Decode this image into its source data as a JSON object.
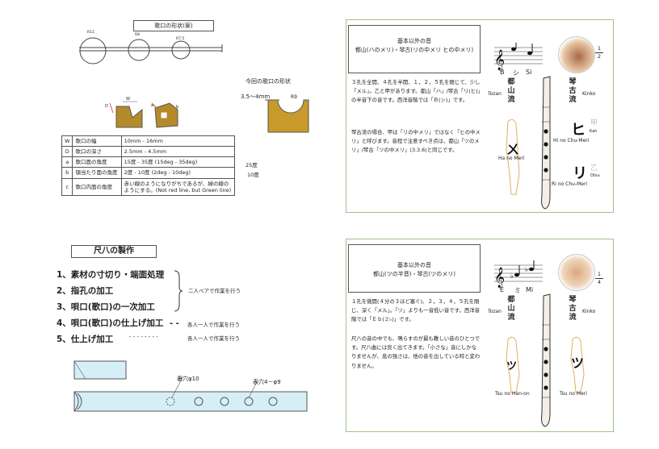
{
  "q1": {
    "title": "歌口の形状(案)",
    "circle_labels": [
      "R11",
      "R8",
      "R7.5"
    ],
    "current_title": "今回の歌口の形状",
    "current_width": "3.5～4mm",
    "current_radius": "R9",
    "diagram_labels": [
      "W",
      "D",
      "a",
      "b",
      "c"
    ],
    "table": [
      {
        "key": "W",
        "name": "歌口の幅",
        "value": "10mm - 16mm",
        "extra": ""
      },
      {
        "key": "D",
        "name": "歌口の深さ",
        "value": "2.5mm - 4.5mm",
        "extra": ""
      },
      {
        "key": "a",
        "name": "歌口面の角度",
        "value": "15度 - 35度 (15deg - 35deg)",
        "extra": "25度"
      },
      {
        "key": "b",
        "name": "顎当たり面の角度",
        "value": "2度 - 10度 (2deg - 10deg)",
        "extra": "10度"
      },
      {
        "key": "c",
        "name": "歌口内面の角度",
        "value": "赤い線のようになりがちであるが、緑の線のようにする。(Not red line, but Green line)",
        "extra": ""
      }
    ]
  },
  "q2": {
    "panel_title": "基本以外の音",
    "panel_subtitle": "都山(ハのメリ)・琴古(リの中メリ ヒの中メリ)",
    "notes": [
      "B",
      "シ",
      "Si"
    ],
    "fraction": [
      "1",
      "2"
    ],
    "text1": "３孔を全開、４孔を半開、１，２，５孔を閉じて、少し「メル」。乙と甲があります。都山「ハ」/琴古「リ(ヒ)」の半音下の音です。西洋音階では「Ｂ(シ)」です。",
    "text2": "琴古流の場合、甲は「リの中メリ」ではなく「ヒの中メリ」と呼びます。音程で注意すべき点は、都山「ツのメリ」/琴古「ツの中メリ」(3.3.6)と同じです。",
    "tozan_label": "Tozan",
    "tozan_chars": [
      "都",
      "山",
      "流"
    ],
    "kinko_label": "Kinko",
    "kinko_chars": [
      "琴",
      "古",
      "流"
    ],
    "tozan_glyph": "ㄨ",
    "tozan_name": "Ha no Meri",
    "kinko_glyph1": "ヒ",
    "kinko_name1": "Hi no Chu-Meri",
    "kinko_glyph2": "リ",
    "kinko_name2": "Ri no Chu-Meri",
    "kan_label": "Kan",
    "otsu_label": "Otsu",
    "kan_glyph": "甲",
    "otsu_glyph": "乙"
  },
  "q3": {
    "title": "尺八の製作",
    "steps": [
      "1、素材の寸切り・端面処理",
      "2、指孔の加工",
      "3、唄口(歌口)の一次加工",
      "4、唄口(歌口)の仕上げ加工",
      "5、仕上げ加工"
    ],
    "dash4": "- -",
    "dash5": "- - - - - - - -",
    "note_pair": "二人ペアで作業を行う",
    "note_single1": "各人一人で作業を行う",
    "note_single2": "各人一人で作業を行う",
    "back_hole": "裏穴φ10",
    "front_hole": "表穴4－φ9"
  },
  "q4": {
    "panel_title": "基本以外の音",
    "panel_subtitle": "都山(ツの半音)・琴古(ツのメリ)",
    "notes": [
      "E",
      "ミ",
      "Mi"
    ],
    "fraction": [
      "1",
      "4"
    ],
    "text1": "１孔を微開(４分の３ほど塞ぐ)、２，３，４，５孔を閉じ、深く「メル」。「ツ」よりも一音低い音です。西洋音階では「Ｅｂ(ミ♭)」です。",
    "text2": "尺八の音の中でも、鳴らすのが最も難しい音のひとつです。尺八曲には良く出てきます。「小さな」音にしかなりませんが、息の強さは、他の音を出している時と変わりません。",
    "tozan_label": "Tozan",
    "tozan_chars": [
      "都",
      "山",
      "流"
    ],
    "kinko_label": "Kinko",
    "kinko_chars": [
      "琴",
      "古",
      "流"
    ],
    "tozan_glyph": "ツ",
    "tozan_name": "Tsu no Han-on",
    "kinko_glyph": "ツ",
    "kinko_name": "Tsu no Meri"
  }
}
